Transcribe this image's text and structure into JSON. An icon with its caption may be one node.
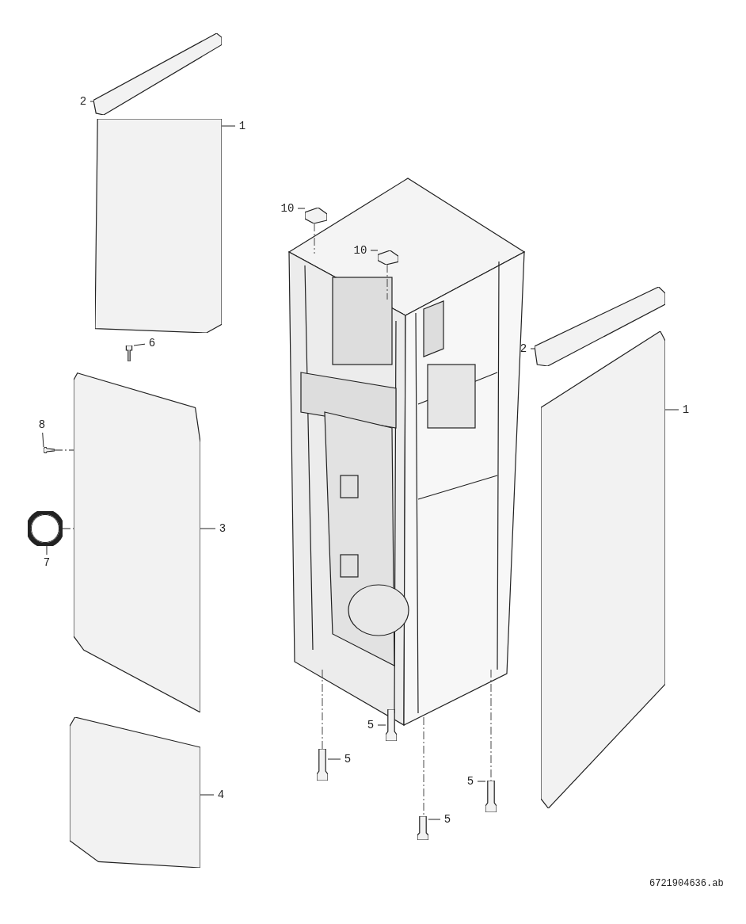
{
  "diagram": {
    "nodes": [
      {
        "text": [
          "2"
        ]
      },
      {
        "text": [],
        "shape": "picture"
      },
      {
        "text": [
          "1"
        ]
      },
      {
        "text": [],
        "shape": "picture"
      },
      {
        "text": [
          "10"
        ]
      },
      {
        "text": [],
        "shape": "picture"
      },
      {
        "text": [
          "10"
        ]
      },
      {
        "text": [],
        "shape": "picture"
      },
      {
        "text": [
          "2"
        ]
      },
      {
        "text": [],
        "shape": "picture"
      },
      {
        "text": [
          "6"
        ]
      },
      {
        "text": [],
        "shape": "picture"
      },
      {
        "text": [
          "1"
        ]
      },
      {
        "text": [],
        "shape": "picture"
      },
      {
        "text": [
          "8"
        ]
      },
      {
        "text": [],
        "shape": "picture"
      },
      {
        "text": [
          "3"
        ]
      },
      {
        "text": [],
        "shape": "picture"
      },
      {
        "text": [
          "7"
        ]
      },
      {
        "text": [],
        "shape": "circle"
      },
      {
        "text": [
          "4"
        ]
      },
      {
        "text": [],
        "shape": "picture"
      },
      {
        "text": [
          "5"
        ]
      },
      {
        "text": [],
        "shape": "picture"
      },
      {
        "text": [
          "5"
        ]
      },
      {
        "text": [],
        "shape": "picture"
      },
      {
        "text": [
          "5"
        ]
      },
      {
        "text": [],
        "shape": "picture"
      },
      {
        "text": [
          "5"
        ]
      },
      {
        "text": [],
        "shape": "picture"
      }
    ],
    "edges": [
      {
        "from": 0,
        "to": 1,
        "arrow": "none"
      },
      {
        "from": 2,
        "to": 3,
        "arrow": "none"
      },
      {
        "from": 4,
        "to": 5,
        "arrow": "none"
      },
      {
        "from": 6,
        "to": 7,
        "arrow": "none"
      },
      {
        "from": 8,
        "to": 9,
        "arrow": "none"
      },
      {
        "from": 10,
        "to": 11,
        "arrow": "none"
      },
      {
        "from": 12,
        "to": 13,
        "arrow": "none"
      },
      {
        "from": 14,
        "to": 15,
        "arrow": "none"
      },
      {
        "from": 16,
        "to": 17,
        "arrow": "none"
      },
      {
        "from": 18,
        "to": 19,
        "arrow": "none"
      },
      {
        "from": 20,
        "to": 21,
        "arrow": "none"
      },
      {
        "from": 22,
        "to": 23,
        "arrow": "none"
      },
      {
        "from": 24,
        "to": 25,
        "arrow": "none"
      },
      {
        "from": 26,
        "to": 27,
        "arrow": "none"
      },
      {
        "from": 28,
        "to": 29,
        "arrow": "none"
      },
      {
        "from": 15,
        "to": 17,
        "arrow": "none",
        "style": "dashed"
      },
      {
        "from": 19,
        "to": 17,
        "arrow": "none",
        "style": "dashed"
      }
    ],
    "labels": [
      "6721904636.ab"
    ]
  }
}
